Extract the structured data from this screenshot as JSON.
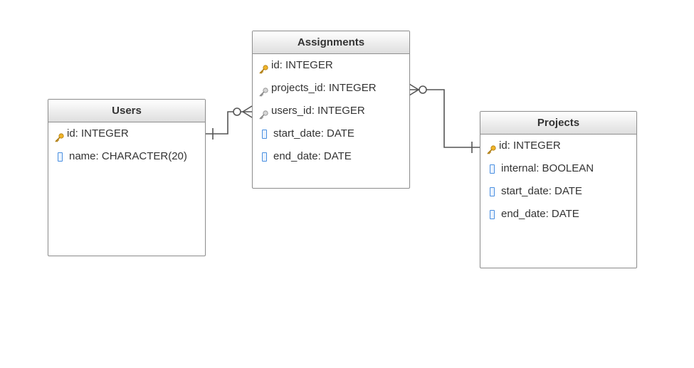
{
  "entities": {
    "users": {
      "title": "Users",
      "fields": [
        {
          "text": "id: INTEGER",
          "icon": "primary-key-icon"
        },
        {
          "text": "name: CHARACTER(20)",
          "icon": "column-icon"
        }
      ]
    },
    "assignments": {
      "title": "Assignments",
      "fields": [
        {
          "text": "id: INTEGER",
          "icon": "primary-key-icon"
        },
        {
          "text": "projects_id: INTEGER",
          "icon": "foreign-key-icon"
        },
        {
          "text": "users_id: INTEGER",
          "icon": "foreign-key-icon"
        },
        {
          "text": "start_date: DATE",
          "icon": "column-icon"
        },
        {
          "text": "end_date: DATE",
          "icon": "column-icon"
        }
      ]
    },
    "projects": {
      "title": "Projects",
      "fields": [
        {
          "text": "id: INTEGER",
          "icon": "primary-key-icon"
        },
        {
          "text": "internal: BOOLEAN",
          "icon": "column-icon"
        },
        {
          "text": "start_date: DATE",
          "icon": "column-icon"
        },
        {
          "text": "end_date: DATE",
          "icon": "column-icon"
        }
      ]
    }
  },
  "relationships": [
    {
      "from": "users",
      "from_cardinality": "one",
      "to": "assignments",
      "to_cardinality": "zero-or-many"
    },
    {
      "from": "projects",
      "from_cardinality": "one",
      "to": "assignments",
      "to_cardinality": "zero-or-many"
    }
  ],
  "colors": {
    "primary_key": "#f0b429",
    "foreign_key": "#a9a9a9",
    "column": "#4a8fe0",
    "border": "#8f8f8f",
    "connector": "#555555"
  }
}
